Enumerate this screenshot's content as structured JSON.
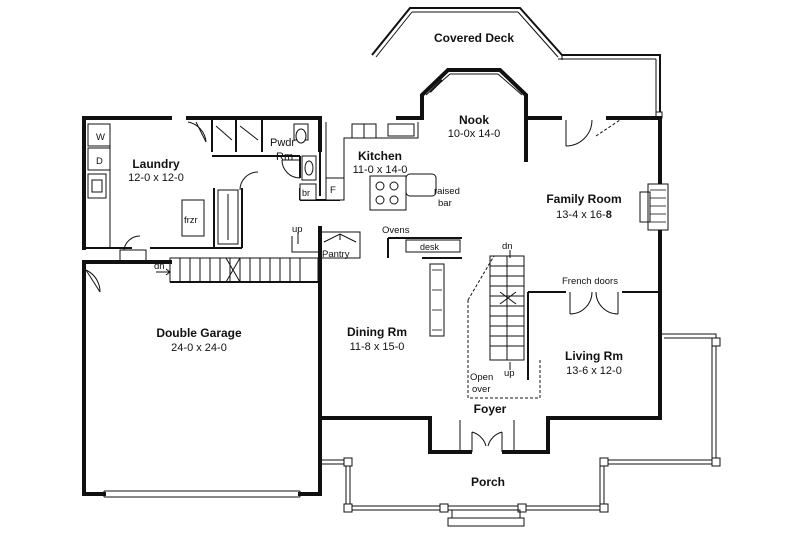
{
  "rooms": {
    "covered_deck": {
      "name": "Covered Deck"
    },
    "nook": {
      "name": "Nook",
      "dim": "10-0x 14-0"
    },
    "laundry": {
      "name": "Laundry",
      "dim": "12-0 x 12-0"
    },
    "powder_room": {
      "line1": "Pwdr",
      "line2": "Rm"
    },
    "kitchen": {
      "name": "Kitchen",
      "dim": "11-0 x 14-0"
    },
    "family_room": {
      "name": "Family Room",
      "dim_prefix": "13-4 x 16-",
      "dim_bold": "8"
    },
    "double_garage": {
      "name": "Double Garage",
      "dim": "24-0 x 24-0"
    },
    "dining_room": {
      "name": "Dining Rm",
      "dim": "11-8 x 15-0"
    },
    "living_room": {
      "name": "Living Rm",
      "dim": "13-6 x 12-0"
    },
    "foyer": {
      "name": "Foyer"
    },
    "porch": {
      "name": "Porch"
    }
  },
  "labels": {
    "washer": "W",
    "dryer": "D",
    "freezer": "frzr",
    "fridge": "F",
    "broom": "br",
    "raised_bar_1": "raised",
    "raised_bar_2": "bar",
    "ovens": "Ovens",
    "desk": "desk",
    "pantry": "Pantry",
    "up_rear": "up",
    "dn_garage": "dn",
    "dn_main": "dn",
    "up_main": "up",
    "open_over_1": "Open",
    "open_over_2": "over",
    "french_doors": "French doors"
  }
}
